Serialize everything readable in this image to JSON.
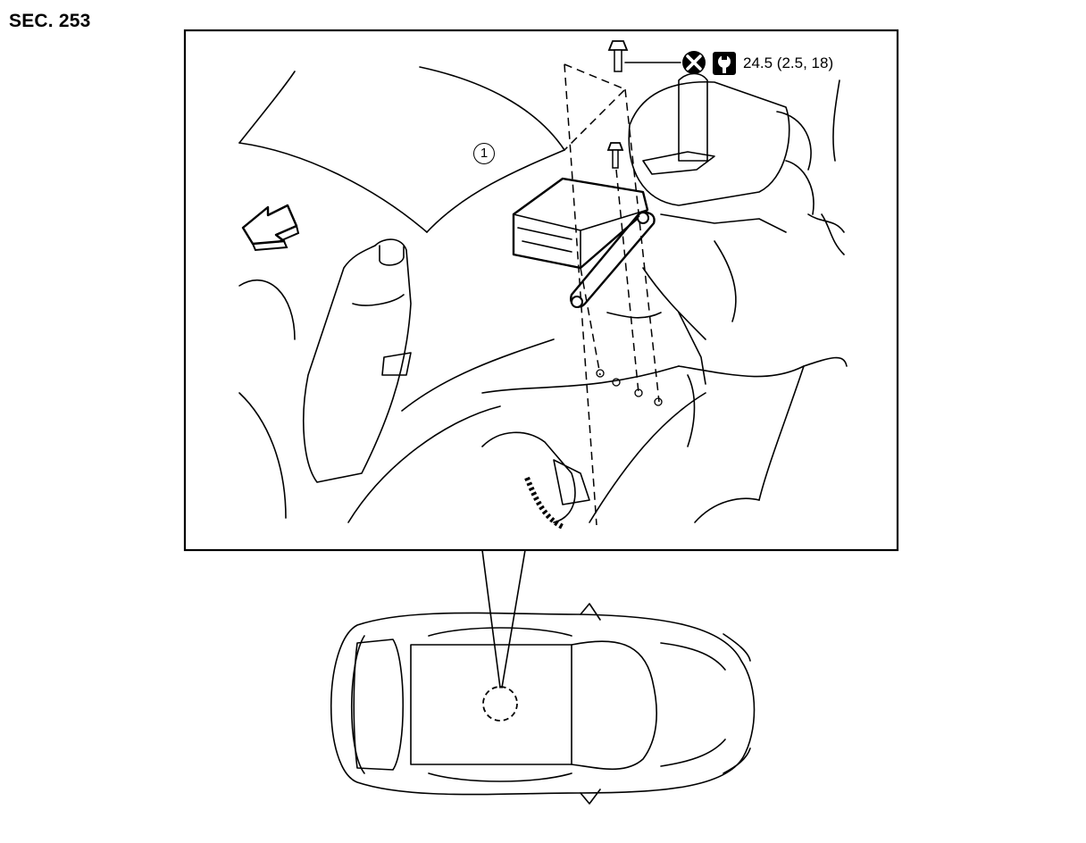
{
  "section": {
    "label": "SEC. 253"
  },
  "torque": {
    "value": "24.5 (2.5, 18)"
  },
  "callouts": [
    {
      "number": "1"
    }
  ],
  "icons": {
    "no_reuse": "x-circle-icon",
    "torque": "torque-wrench-icon",
    "front_direction": "front-arrow-icon"
  }
}
